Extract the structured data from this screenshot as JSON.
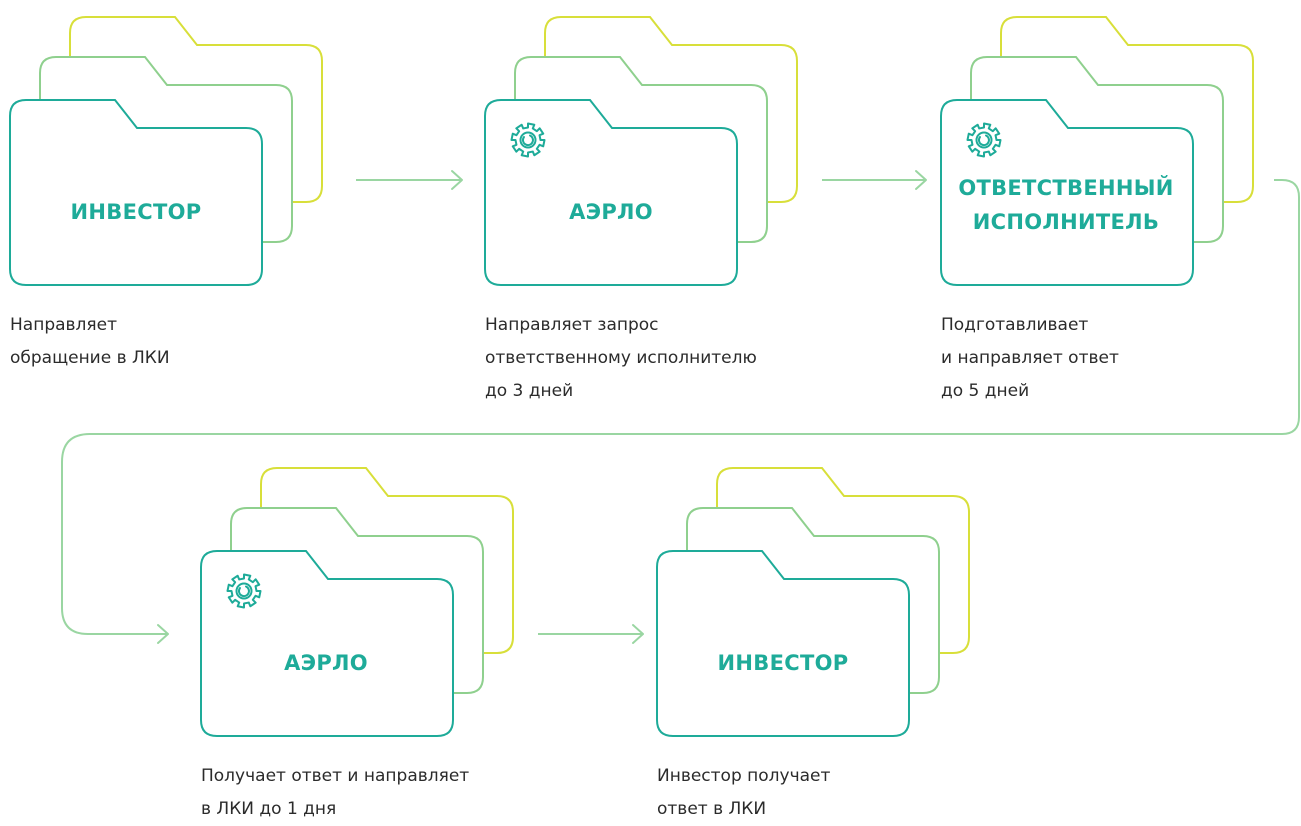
{
  "colors": {
    "back_folder": "#d8df3a",
    "middle_folder": "#8fd08e",
    "front_folder": "#1eab99",
    "arrow": "#9ad6a2",
    "title_text": "#1eab99",
    "caption_text": "#2b2b2b"
  },
  "nodes": [
    {
      "title_lines": [
        "ИНВЕСТОР"
      ],
      "has_gear_icon": false,
      "caption_lines": [
        "Направляет",
        "обращение в ЛКИ"
      ]
    },
    {
      "title_lines": [
        "АЭРЛО"
      ],
      "has_gear_icon": true,
      "caption_lines": [
        "Направляет запрос",
        "ответственному исполнителю",
        "до 3 дней"
      ]
    },
    {
      "title_lines": [
        "ОТВЕТСТВЕННЫЙ",
        "ИСПОЛНИТЕЛЬ"
      ],
      "has_gear_icon": true,
      "caption_lines": [
        "Подготавливает",
        "и направляет ответ",
        "до 5 дней"
      ]
    },
    {
      "title_lines": [
        "АЭРЛО"
      ],
      "has_gear_icon": true,
      "caption_lines": [
        "Получает ответ и направляет",
        "в ЛКИ до 1 дня"
      ]
    },
    {
      "title_lines": [
        "ИНВЕСТОР"
      ],
      "has_gear_icon": false,
      "caption_lines": [
        "Инвестор получает",
        "ответ в ЛКИ"
      ]
    }
  ]
}
